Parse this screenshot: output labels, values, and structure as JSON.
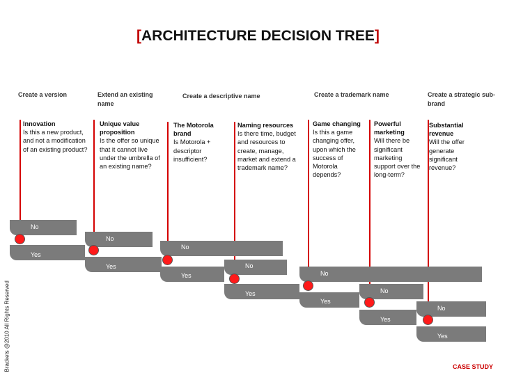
{
  "title": {
    "open": "[",
    "text": "ARCHITECTURE DECISION TREE",
    "close": "]"
  },
  "headings": [
    "Create a version",
    "Extend an existing name",
    "Create a descriptive name",
    "Create a trademark name",
    "Create a strategic sub-brand"
  ],
  "questions": [
    {
      "title": "Innovation",
      "text": "Is this a new product, and not a modification of an existing product?"
    },
    {
      "title": "Unique value proposition",
      "text": "Is the offer so unique that it cannot live under the umbrella of an existing name?"
    },
    {
      "title": "The Motorola brand",
      "text": "Is Motorola + descriptor insufficient?"
    },
    {
      "title": "Naming resources",
      "text": "Is there time, budget and resources to create, manage, market and extend a trademark name?"
    },
    {
      "title": "Game changing",
      "text": "Is this a game changing offer, upon which the success of Motorola depends?"
    },
    {
      "title": "Powerful marketing",
      "text": "Will there be significant marketing support over the long-term?"
    },
    {
      "title": "Substantial revenue",
      "text": "Will the offer generate significant revenue?"
    }
  ],
  "branch_labels": {
    "no": "No",
    "yes": "Yes"
  },
  "copyright": "Brackets @2010 All Rights Reserved",
  "case_study": "CASE STUDY"
}
